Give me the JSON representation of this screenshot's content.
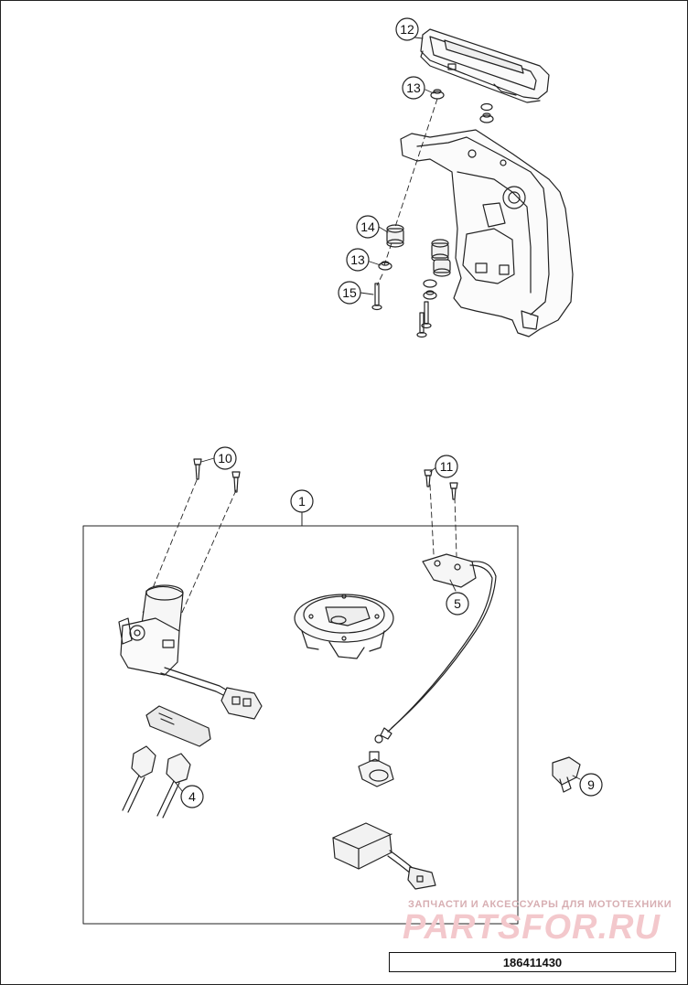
{
  "diagram": {
    "document_number": "186411430",
    "watermark": {
      "tagline": "ЗАПЧАСТИ И АКСЕССУАРЫ ДЛЯ МОТОТЕХНИКИ",
      "logo": "PARTSFOR.RU"
    },
    "callouts": [
      {
        "id": "callout-12",
        "label": "12"
      },
      {
        "id": "callout-13-top",
        "label": "13"
      },
      {
        "id": "callout-14",
        "label": "14"
      },
      {
        "id": "callout-13-bottom",
        "label": "13"
      },
      {
        "id": "callout-15",
        "label": "15"
      },
      {
        "id": "callout-10",
        "label": "10"
      },
      {
        "id": "callout-1",
        "label": "1"
      },
      {
        "id": "callout-11",
        "label": "11"
      },
      {
        "id": "callout-5",
        "label": "5"
      },
      {
        "id": "callout-4",
        "label": "4"
      },
      {
        "id": "callout-9",
        "label": "9"
      }
    ]
  }
}
